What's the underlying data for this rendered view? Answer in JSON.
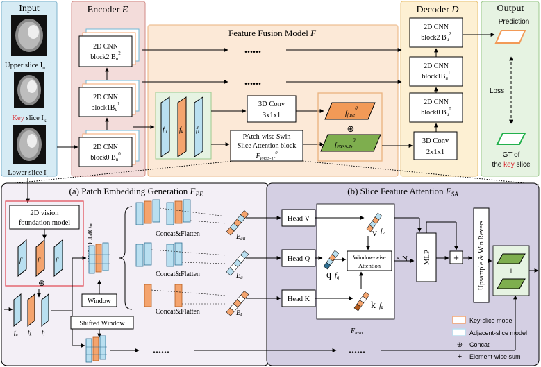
{
  "colors": {
    "input_panel": "#d6ebf4",
    "encoder_panel": "#f3dcda",
    "fusion_panel": "#fce9d7",
    "decoder_panel": "#fdf0d3",
    "output_panel": "#e6f3e2",
    "bottom_left_panel": "#f3eff6",
    "bottom_right_panel": "#d4cfe3",
    "key_orange": "#f4a46e",
    "adjacent_blue": "#b9dff0",
    "fuse_orange": "#f29a57",
    "pass_green": "#7eae4e",
    "optional_red": "#e0454f"
  },
  "input": {
    "title": "Input",
    "upper_label": "Upper slice I",
    "upper_sub": "u",
    "key_word": "Key",
    "key_rest": " slice I",
    "key_sub": "k",
    "lower_label": "Lower slice I",
    "lower_sub": "l"
  },
  "encoder": {
    "title": "Encoder ",
    "title_var": "E",
    "block2_l1": "2D CNN",
    "block2_l2": "block2 B",
    "block2_sup": "2",
    "block1_l1": "2D CNN",
    "block1_l2": "block1B",
    "block1_sup": "1",
    "block0_l1": "2D CNN",
    "block0_l2": "block0 B",
    "block0_sup": "0",
    "sub_u": "u"
  },
  "fusion": {
    "title": "Feature Fusion Model ",
    "title_var": "F",
    "dots": "......",
    "conv3d": "3D Conv",
    "conv3d_k": "3x1x1",
    "pass_l1": "PAtch-wise Swin",
    "pass_l2": "Slice Attention block",
    "pass_var": "F",
    "pass_sub": "PASS-Tr",
    "pass_sup": "0",
    "ffuse": "f",
    "ffuse_sub": "fuse",
    "ffuse_sup": "0",
    "fpass": "f",
    "fpass_sub": "PASS-Tr",
    "fpass_sup": "0",
    "fu": "f",
    "fu_sub": "u",
    "fk": "f",
    "fk_sub": "k",
    "fl": "f",
    "fl_sub": "l",
    "oplus": "⊕"
  },
  "decoder": {
    "title": "Decoder ",
    "title_var": "D",
    "b2_l1": "2D CNN",
    "b2_l2": "block2 B",
    "b2_sup": "2",
    "b1_l1": "2D CNN",
    "b1_l2": "block1B",
    "b1_sup": "1",
    "b0_l1": "2D CNN",
    "b0_l2": "block0 B",
    "b0_sup": "0",
    "sub_u": "u",
    "conv": "3D Conv",
    "conv_k": "2x1x1"
  },
  "output": {
    "title": "Output",
    "prediction": "Prediction",
    "loss": "Loss",
    "gt1": "GT of",
    "gt2_pre": "the ",
    "gt2_key": "key",
    "gt2_post": " slice"
  },
  "pe": {
    "title": "(a) Patch Embedding Generation ",
    "title_var": "F",
    "title_sub": "PE",
    "vfm_l1": "2D vision",
    "vfm_l2": "foundation model",
    "optional": "*OPTIONAL*",
    "fu_prime": "f'",
    "fk_prime": "f'",
    "fl_prime": "f'",
    "window": "Window",
    "shifted_window": "Shifted Window",
    "concat1": "Concat&Flatten",
    "concat2": "Concat&Flatten",
    "concat3": "Concat&Flatten",
    "eall": "E",
    "eall_sub": "all",
    "ea": "E",
    "ea_sub": "a",
    "ek": "E",
    "ek_sub": "k",
    "dots": "......",
    "fu": "f",
    "fu_sub": "u",
    "fk": "f",
    "fk_sub": "k",
    "fl": "f",
    "fl_sub": "l",
    "oplus": "⊕"
  },
  "sa": {
    "title": "(b) Slice Feature Attention ",
    "title_var": "F",
    "title_sub": "SA",
    "head_v": "Head V",
    "head_q": "Head Q",
    "head_k": "Head K",
    "v_lbl": "v",
    "fv": "f",
    "fv_sub": "v",
    "q_lbl": "q",
    "fq": "f",
    "fq_sub": "q",
    "k_lbl": "k",
    "fk": "f",
    "fk_sub": "k",
    "ww1": "Window-wise",
    "ww2": "Attention",
    "times_n": "× N",
    "msa": "F",
    "msa_sub": "msa",
    "mlp": "MLP",
    "plus": "+",
    "upsample": "Upsample & Win Revers",
    "dots": "......"
  },
  "legend": {
    "key_slice_model": "Key-slice model",
    "adjacent_slice_model": "Adjacent-slice model",
    "concat_sym": "⊕",
    "concat": "Concat",
    "sum_sym": "+",
    "sum": "Element-wise sum"
  }
}
